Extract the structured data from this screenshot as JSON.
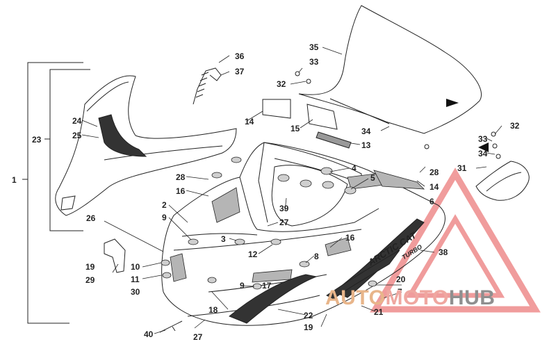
{
  "diagram": {
    "callouts": [
      "1",
      "2",
      "3",
      "4",
      "5",
      "6",
      "7",
      "8",
      "9",
      "9",
      "10",
      "11",
      "12",
      "13",
      "14",
      "14",
      "15",
      "16",
      "16",
      "17",
      "18",
      "19",
      "19",
      "20",
      "21",
      "22",
      "23",
      "24",
      "25",
      "26",
      "27",
      "27",
      "28",
      "28",
      "29",
      "30",
      "31",
      "32",
      "32",
      "33",
      "33",
      "34",
      "34",
      "35",
      "36",
      "37",
      "38",
      "39",
      "40"
    ],
    "decal_text": {
      "brand": "ARCTIC CAT",
      "model": "TURBO"
    }
  },
  "watermark": {
    "part1": "AUTO",
    "part2": "MOTO",
    "part3": "HUB"
  },
  "colors": {
    "line": "#222222",
    "watermark_red": "#e33b3b",
    "watermark_orange": "#e8b58a",
    "watermark_gray": "#8f8f8f"
  }
}
